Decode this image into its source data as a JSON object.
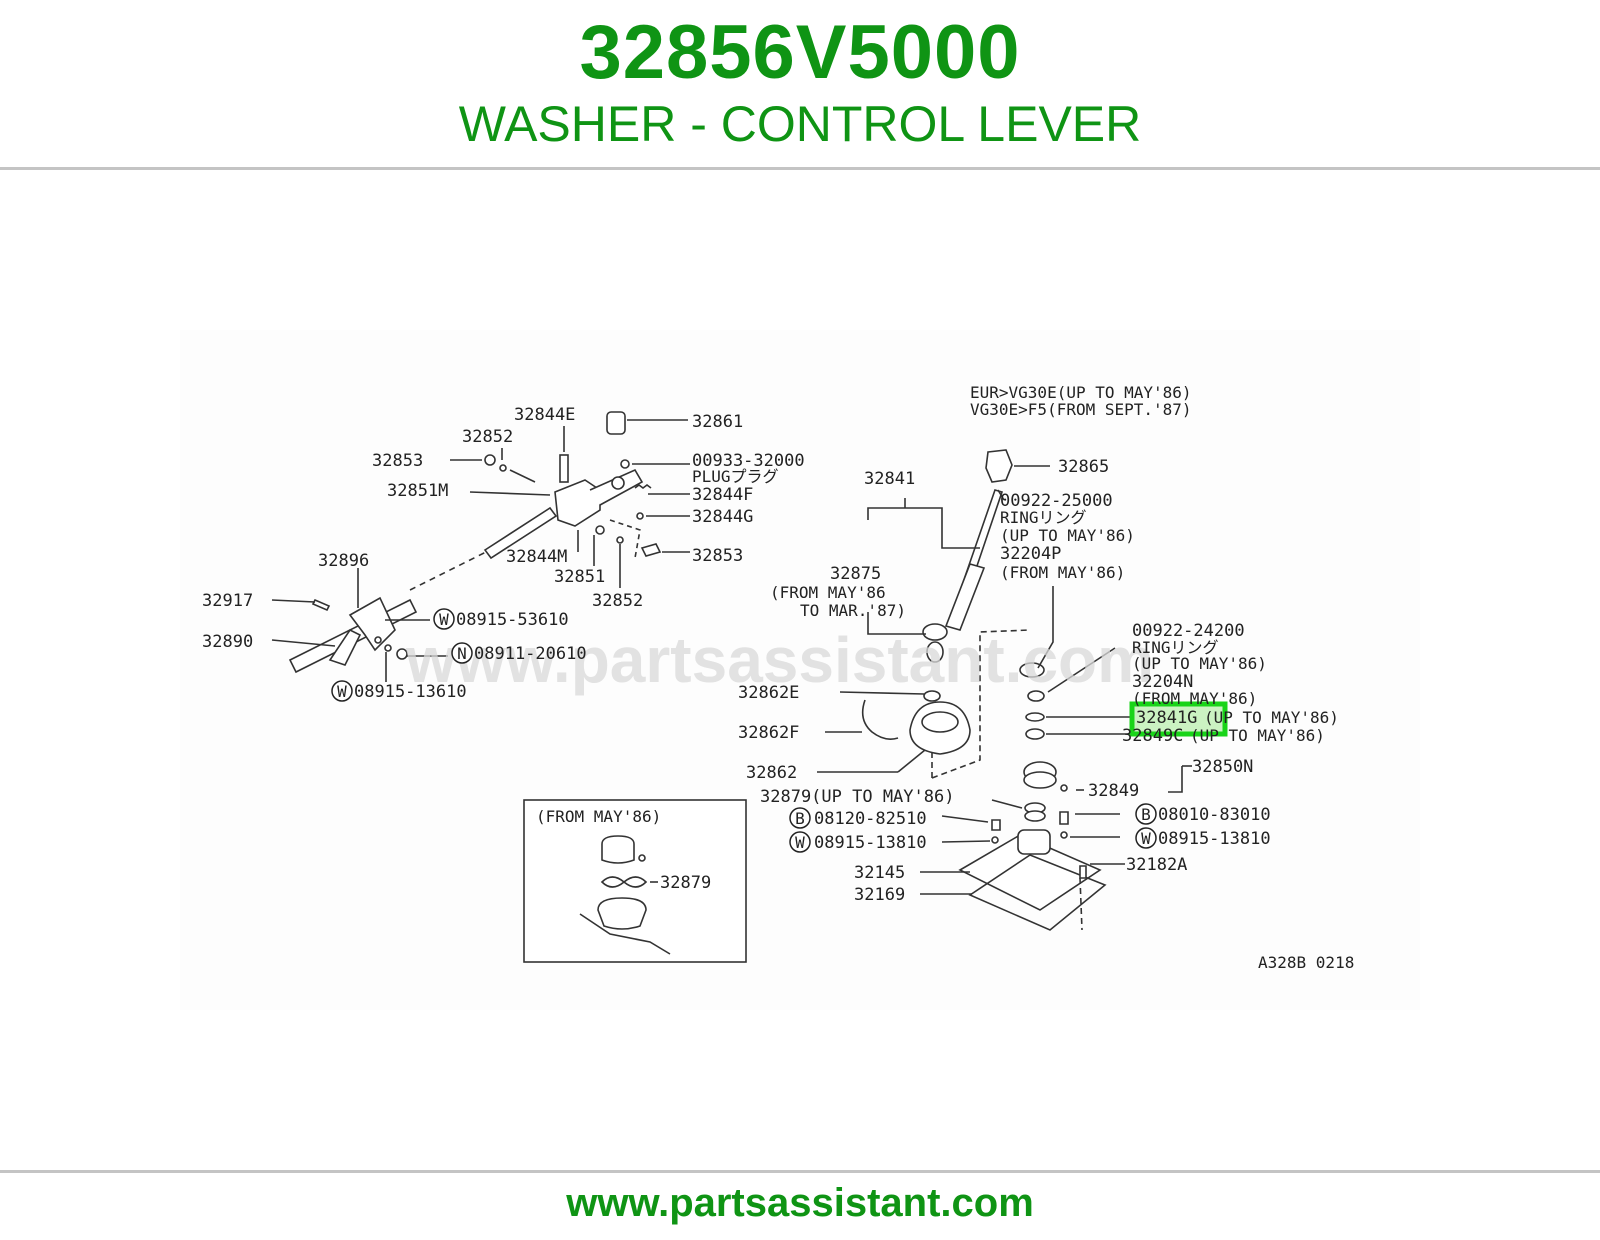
{
  "header": {
    "part_number": "32856V5000",
    "part_name": "WASHER - CONTROL LEVER"
  },
  "diagram": {
    "watermark": "www.partsassistant.com",
    "diagram_code": "A328B 0218",
    "notes": {
      "eur_line1": "EUR>VG30E(UP TO MAY'86)",
      "eur_line2": "VG30E>F5(FROM SEPT.'87)"
    },
    "inset_title": "(FROM MAY'86)",
    "labels": {
      "p32844E": "32844E",
      "p32861": "32861",
      "p32852_top": "32852",
      "p32853_top": "32853",
      "p00933": "00933-32000",
      "plug": "PLUGプラグ",
      "p32851M": "32851M",
      "p32844F": "32844F",
      "p32844G": "32844G",
      "p32896": "32896",
      "p32844M": "32844M",
      "p32853_mid": "32853",
      "p32851": "32851",
      "p32852_mid": "32852",
      "p32917": "32917",
      "w08915_53610": "08915-53610",
      "p32890": "32890",
      "n08911_20610": "08911-20610",
      "w08915_13610": "08915-13610",
      "p32841": "32841",
      "p32865": "32865",
      "p00922_25000": "00922-25000",
      "ring_a": "RINGリング",
      "up_to_may86_a": "(UP TO MAY'86)",
      "p32204P": "32204P",
      "from_may86_a": "(FROM MAY'86)",
      "p32875": "32875",
      "from_may86_b": "(FROM MAY'86",
      "to_mar87": "TO MAR.'87)",
      "p00922_24200": "00922-24200",
      "ring_b": "RINGリング",
      "up_to_may86_b": "(UP TO MAY'86)",
      "p32204N": "32204N",
      "from_may86_c": "(FROM MAY'86)",
      "p32841G": "32841G",
      "p32841G_note": "(UP TO MAY'86)",
      "p32849C": "32849C",
      "p32849C_note": "(UP TO MAY'86)",
      "p32862E": "32862E",
      "p32862F": "32862F",
      "p32862": "32862",
      "p32850N": "32850N",
      "p32849": "32849",
      "p32879_main": "32879(UP TO MAY'86)",
      "b08120_82510": "08120-82510",
      "b08010_83010": "08010-83010",
      "w08915_13810_l": "08915-13810",
      "w08915_13810_r": "08915-13810",
      "p32145": "32145",
      "p32182A": "32182A",
      "p32169": "32169",
      "p32879_inset": "32879"
    },
    "circle_marks": {
      "w": "W",
      "n": "N",
      "b": "B"
    }
  },
  "footer": {
    "url": "www.partsassistant.com"
  },
  "colors": {
    "brand_green": "#0f9414",
    "highlight_green": "#19d419",
    "rule_gray": "#c4c4c4"
  }
}
